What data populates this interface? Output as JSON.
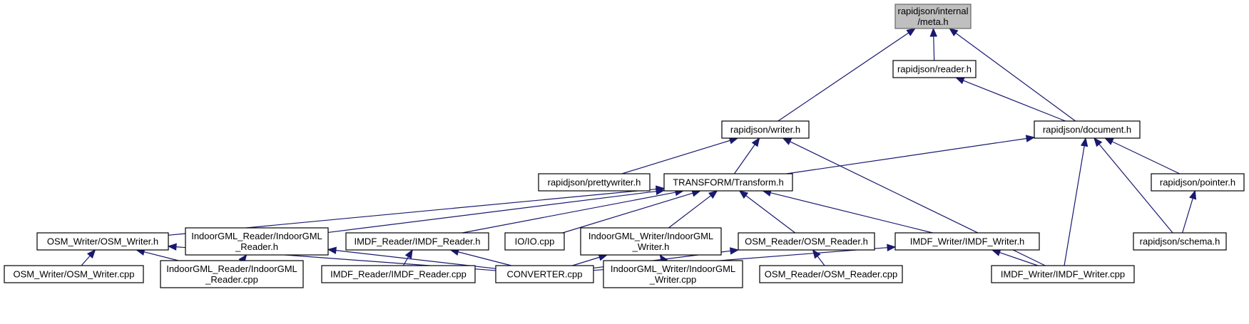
{
  "diagram": {
    "type": "include-dependency-graph",
    "colors": {
      "edge": "#191970",
      "root_fill": "#bfbfbf",
      "node_border": "#000000"
    },
    "nodes": [
      {
        "id": "meta",
        "lines": [
          "rapidjson/internal",
          "/meta.h"
        ],
        "root": true
      },
      {
        "id": "reader",
        "lines": [
          "rapidjson/reader.h"
        ]
      },
      {
        "id": "writer",
        "lines": [
          "rapidjson/writer.h"
        ]
      },
      {
        "id": "document",
        "lines": [
          "rapidjson/document.h"
        ]
      },
      {
        "id": "prettywriter",
        "lines": [
          "rapidjson/prettywriter.h"
        ]
      },
      {
        "id": "transform",
        "lines": [
          "TRANSFORM/Transform.h"
        ]
      },
      {
        "id": "pointer",
        "lines": [
          "rapidjson/pointer.h"
        ]
      },
      {
        "id": "osm_writer_h",
        "lines": [
          "OSM_Writer/OSM_Writer.h"
        ]
      },
      {
        "id": "indoorgml_reader_h",
        "lines": [
          "IndoorGML_Reader/IndoorGML",
          "_Reader.h"
        ]
      },
      {
        "id": "imdf_reader_h",
        "lines": [
          "IMDF_Reader/IMDF_Reader.h"
        ]
      },
      {
        "id": "io_cpp",
        "lines": [
          "IO/IO.cpp"
        ]
      },
      {
        "id": "indoorgml_writer_h",
        "lines": [
          "IndoorGML_Writer/IndoorGML",
          "_Writer.h"
        ]
      },
      {
        "id": "osm_reader_h",
        "lines": [
          "OSM_Reader/OSM_Reader.h"
        ]
      },
      {
        "id": "imdf_writer_h",
        "lines": [
          "IMDF_Writer/IMDF_Writer.h"
        ]
      },
      {
        "id": "schema",
        "lines": [
          "rapidjson/schema.h"
        ]
      },
      {
        "id": "osm_writer_cpp",
        "lines": [
          "OSM_Writer/OSM_Writer.cpp"
        ]
      },
      {
        "id": "indoorgml_reader_cpp",
        "lines": [
          "IndoorGML_Reader/IndoorGML",
          "_Reader.cpp"
        ]
      },
      {
        "id": "imdf_reader_cpp",
        "lines": [
          "IMDF_Reader/IMDF_Reader.cpp"
        ]
      },
      {
        "id": "converter",
        "lines": [
          "CONVERTER.cpp"
        ]
      },
      {
        "id": "indoorgml_writer_cpp",
        "lines": [
          "IndoorGML_Writer/IndoorGML",
          "_Writer.cpp"
        ]
      },
      {
        "id": "osm_reader_cpp",
        "lines": [
          "OSM_Reader/OSM_Reader.cpp"
        ]
      },
      {
        "id": "imdf_writer_cpp",
        "lines": [
          "IMDF_Writer/IMDF_Writer.cpp"
        ]
      }
    ],
    "edges": [
      {
        "from": "writer",
        "to": "meta"
      },
      {
        "from": "reader",
        "to": "meta"
      },
      {
        "from": "document",
        "to": "meta"
      },
      {
        "from": "document",
        "to": "reader"
      },
      {
        "from": "prettywriter",
        "to": "writer"
      },
      {
        "from": "transform",
        "to": "writer"
      },
      {
        "from": "imdf_writer_cpp",
        "to": "writer"
      },
      {
        "from": "transform",
        "to": "document"
      },
      {
        "from": "pointer",
        "to": "document"
      },
      {
        "from": "schema",
        "to": "document"
      },
      {
        "from": "imdf_writer_cpp",
        "to": "document"
      },
      {
        "from": "schema",
        "to": "pointer"
      },
      {
        "from": "osm_writer_h",
        "to": "transform"
      },
      {
        "from": "indoorgml_reader_h",
        "to": "transform"
      },
      {
        "from": "imdf_reader_h",
        "to": "transform"
      },
      {
        "from": "io_cpp",
        "to": "transform"
      },
      {
        "from": "indoorgml_writer_h",
        "to": "transform"
      },
      {
        "from": "osm_reader_h",
        "to": "transform"
      },
      {
        "from": "imdf_writer_h",
        "to": "transform"
      },
      {
        "from": "osm_writer_cpp",
        "to": "osm_writer_h"
      },
      {
        "from": "indoorgml_reader_cpp",
        "to": "osm_writer_h"
      },
      {
        "from": "converter",
        "to": "osm_writer_h"
      },
      {
        "from": "indoorgml_reader_cpp",
        "to": "indoorgml_reader_h"
      },
      {
        "from": "converter",
        "to": "indoorgml_reader_h"
      },
      {
        "from": "imdf_reader_cpp",
        "to": "imdf_reader_h"
      },
      {
        "from": "converter",
        "to": "imdf_reader_h"
      },
      {
        "from": "converter",
        "to": "indoorgml_writer_h"
      },
      {
        "from": "indoorgml_writer_cpp",
        "to": "indoorgml_writer_h"
      },
      {
        "from": "converter",
        "to": "osm_reader_h"
      },
      {
        "from": "osm_reader_cpp",
        "to": "osm_reader_h"
      },
      {
        "from": "converter",
        "to": "imdf_writer_h"
      },
      {
        "from": "imdf_writer_cpp",
        "to": "imdf_writer_h"
      }
    ]
  }
}
